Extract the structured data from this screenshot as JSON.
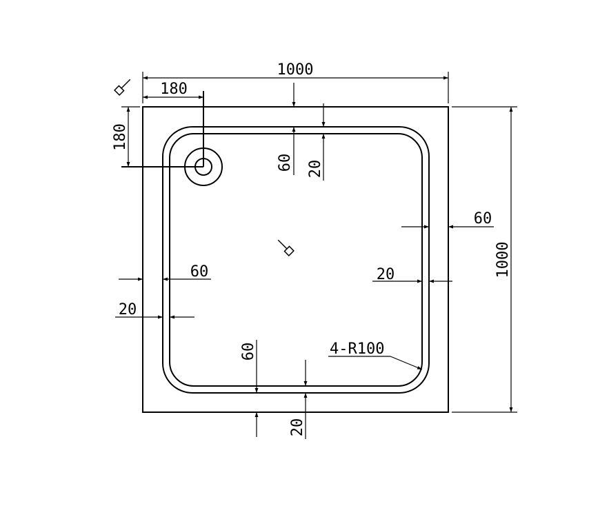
{
  "drawing": {
    "overall_width": "1000",
    "overall_depth": "1000",
    "drain_offset_x": "180",
    "drain_offset_y": "180",
    "top_rim": "60",
    "top_lip": "20",
    "right_rim": "60",
    "right_lip": "20",
    "left_rim": "60",
    "left_lip": "20",
    "bottom_rim": "60",
    "bottom_lip": "20",
    "corner_radius": "4-R100"
  },
  "colors": {
    "stroke": "#000000",
    "background": "#ffffff"
  }
}
